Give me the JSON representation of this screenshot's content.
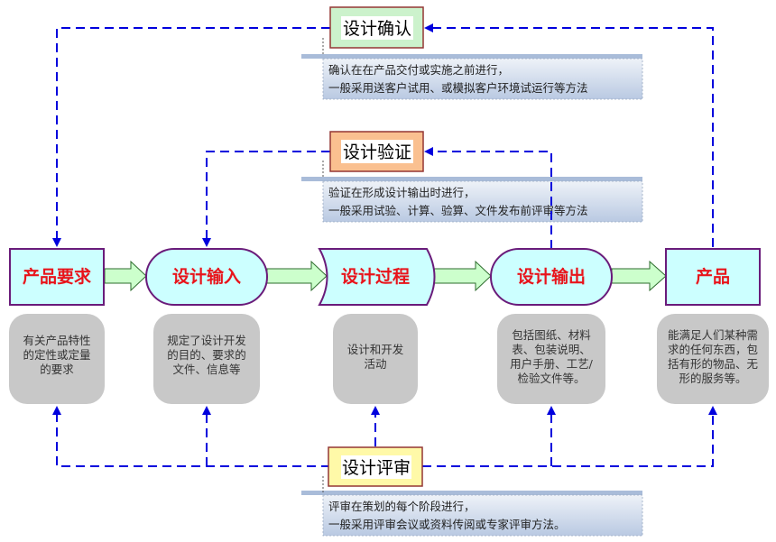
{
  "diagram": {
    "process_nodes": [
      {
        "id": "product-requirements",
        "label": "产品要求",
        "shape": "rectangle",
        "description": [
          "有关产品特性",
          "的定性或定量",
          "的要求"
        ]
      },
      {
        "id": "design-input",
        "label": "设计输入",
        "shape": "rounded",
        "description": [
          "规定了设计开发",
          "的目的、要求的",
          "文件、信息等"
        ]
      },
      {
        "id": "design-process",
        "label": "设计过程",
        "shape": "wave",
        "description": [
          "设计和开发",
          "活动"
        ]
      },
      {
        "id": "design-output",
        "label": "设计输出",
        "shape": "rounded",
        "description": [
          "包括图纸、材料",
          "表、包装说明、",
          "用户手册、工艺/",
          "检验文件等。"
        ]
      },
      {
        "id": "product",
        "label": "产品",
        "shape": "rectangle",
        "description": [
          "能满足人们某种需",
          "求的任何东西，包",
          "括有形的物品、无",
          "形的服务等。"
        ]
      }
    ],
    "control_nodes": [
      {
        "id": "design-validation",
        "label": "设计确认",
        "fill": "#ccf2cc",
        "note": [
          "确认在在产品交付或实施之前进行，",
          "一般采用送客户试用、或模拟客户环境试运行等方法"
        ],
        "feeds_from": "product",
        "feeds_to": "product-requirements"
      },
      {
        "id": "design-verification",
        "label": "设计验证",
        "fill": "#fac090",
        "note": [
          "验证在形成设计输出时进行，",
          "一般采用试验、计算、验算、文件发布前评审等方法"
        ],
        "feeds_from": "design-output",
        "feeds_to": "design-input"
      },
      {
        "id": "design-review",
        "label": "设计评审",
        "fill": "#fff9a8",
        "note": [
          "评审在策划的每个阶段进行，",
          "一般采用评审会议或资料传阅或专家评审方法。"
        ],
        "feeds_to": [
          "product-requirements",
          "design-input",
          "design-process",
          "design-output",
          "product"
        ]
      }
    ],
    "colors": {
      "node_fill": "#ccffff",
      "node_border": "#6a1b7a",
      "node_text": "#e8141b",
      "flow_arrow_fill": "#ccffcc",
      "flow_arrow_border": "#2d6b2d",
      "dashed_line": "#0000dd",
      "desc_box": "#c8c8c8",
      "control_border": "#943634",
      "note_bar": "#a9bcd9"
    }
  }
}
